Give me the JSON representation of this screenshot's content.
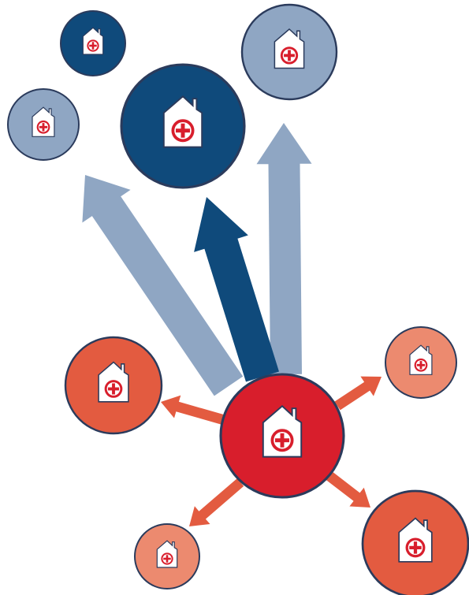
{
  "diagram": {
    "icon": "hospital-building-icon",
    "colors": {
      "background": "#ffffff",
      "dark_blue": "#0f4a7b",
      "light_blue": "#8fa6c3",
      "central_red": "#d81e2c",
      "orange_red": "#e35b40",
      "salmon": "#ec8a6f",
      "outline": "#2b3b5c",
      "cross_red": "#d81e2c",
      "house_fill": "#ffffff"
    },
    "hubs": [
      {
        "id": "hub-dark-blue-large",
        "tone": "dark_blue"
      },
      {
        "id": "hub-light-blue-top-right",
        "tone": "light_blue"
      },
      {
        "id": "hub-dark-blue-small-top-left",
        "tone": "dark_blue"
      },
      {
        "id": "hub-light-blue-small-left",
        "tone": "light_blue"
      }
    ],
    "center": {
      "id": "central-hospital",
      "tone": "central_red"
    },
    "spokes": [
      {
        "id": "spoke-left",
        "tone": "orange_red"
      },
      {
        "id": "spoke-right-top",
        "tone": "salmon"
      },
      {
        "id": "spoke-bottom-left",
        "tone": "salmon"
      },
      {
        "id": "spoke-bottom-right",
        "tone": "orange_red"
      }
    ]
  }
}
